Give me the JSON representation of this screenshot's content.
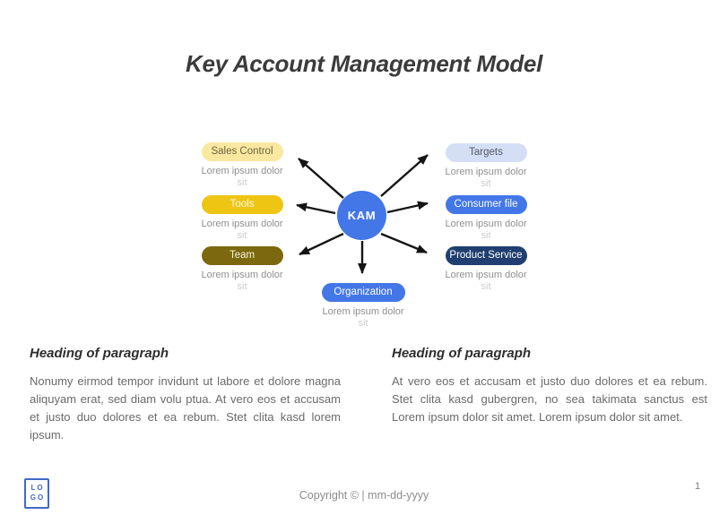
{
  "page": {
    "title": "Key Account Management Model",
    "page_number": "1"
  },
  "diagram": {
    "center": {
      "label": "KAM",
      "bg": "#4377e8",
      "fg": "#ffffff"
    },
    "arrow_color": "#151515",
    "nodes": [
      {
        "label": "Sales Control",
        "bg": "#fae8a0",
        "fg": "#6d6440",
        "desc": "Lorem ipsum dolor",
        "desc2": "sit"
      },
      {
        "label": "Tools",
        "bg": "#efc513",
        "fg": "#fefbea",
        "desc": "Lorem ipsum dolor",
        "desc2": "sit"
      },
      {
        "label": "Team",
        "bg": "#7c690f",
        "fg": "#f6f1d8",
        "desc": "Lorem ipsum dolor",
        "desc2": "sit"
      },
      {
        "label": "Targets",
        "bg": "#d4dff5",
        "fg": "#525764",
        "desc": "Lorem ipsum dolor",
        "desc2": "sit"
      },
      {
        "label": "Consumer file",
        "bg": "#4377e8",
        "fg": "#ffffff",
        "desc": "Lorem ipsum dolor",
        "desc2": "sit"
      },
      {
        "label": "Product Service",
        "bg": "#203f70",
        "fg": "#ffffff",
        "desc": "Lorem ipsum dolor",
        "desc2": "sit"
      },
      {
        "label": "Organization",
        "bg": "#4377e8",
        "fg": "#ffffff",
        "desc": "Lorem ipsum dolor",
        "desc2": "sit"
      }
    ]
  },
  "sections": [
    {
      "heading": "Heading of paragraph",
      "body": "Nonumy eirmod tempor invidunt ut labore et dolore magna aliquyam erat, sed diam volu ptua. At vero eos et accusam et justo duo dolores et ea rebum. Stet clita kasd lorem ipsum."
    },
    {
      "heading": "Heading of paragraph",
      "body": "At vero eos et accusam et justo duo dolores et ea rebum. Stet clita kasd gubergren, no sea takimata sanctus est Lorem ipsum dolor sit amet. Lorem ipsum dolor sit amet."
    }
  ],
  "footer": {
    "logo_top": "LO",
    "logo_bottom": "GO",
    "copyright": "Copyright © | mm-dd-yyyy"
  }
}
